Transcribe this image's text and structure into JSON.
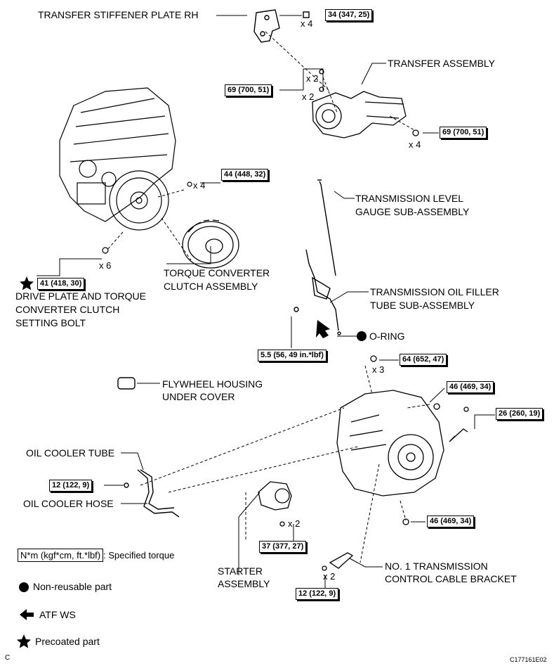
{
  "labels": {
    "transfer_stiffener": "TRANSFER STIFFENER PLATE RH",
    "transfer_assembly": "TRANSFER ASSEMBLY",
    "level_gauge_1": "TRANSMISSION LEVEL",
    "level_gauge_2": "GAUGE SUB-ASSEMBLY",
    "drive_plate_1": "DRIVE PLATE AND TORQUE",
    "drive_plate_2": "CONVERTER CLUTCH",
    "drive_plate_3": "SETTING BOLT",
    "torque_conv_1": "TORQUE CONVERTER",
    "torque_conv_2": "CLUTCH ASSEMBLY",
    "filler_tube_1": "TRANSMISSION OIL FILLER",
    "filler_tube_2": "TUBE SUB-ASSEMBLY",
    "o_ring": "O-RING",
    "flywheel_1": "FLYWHEEL HOUSING",
    "flywheel_2": "UNDER COVER",
    "oil_cooler_tube": "OIL COOLER TUBE",
    "oil_cooler_hose": "OIL COOLER HOSE",
    "starter_1": "STARTER",
    "starter_2": "ASSEMBLY",
    "bracket_1": "NO. 1 TRANSMISSION",
    "bracket_2": "CONTROL CABLE BRACKET"
  },
  "torques": {
    "t1": "34 (347, 25)",
    "t2": "69 (700, 51)",
    "t3": "69 (700, 51)",
    "t4": "44 (448, 32)",
    "t5": "41 (418, 30)",
    "t6": "5.5 (56, 49 in.*lbf)",
    "t7": "64 (652, 47)",
    "t8": "46 (469, 34)",
    "t9": "26 (260, 19)",
    "t10": "12 (122, 9)",
    "t11": "46 (469, 34)",
    "t12": "37 (377, 27)",
    "t13": "12 (122, 9)"
  },
  "multipliers": {
    "m1": "x 4",
    "m2": "x 2",
    "m3": "x 2",
    "m4": "x 4",
    "m5": "x 4",
    "m6": "x 6",
    "m7": "x 3",
    "m8": "x 2",
    "m9": "x 2"
  },
  "legend": {
    "spec_box": "N*m (kgf*cm, ft.*lbf)",
    "spec_text": ": Specified torque",
    "non_reusable": "Non-reusable part",
    "atf": "ATF WS",
    "precoated": "Precoated part"
  },
  "corner_left": "C",
  "figure_id": "C177161E02"
}
